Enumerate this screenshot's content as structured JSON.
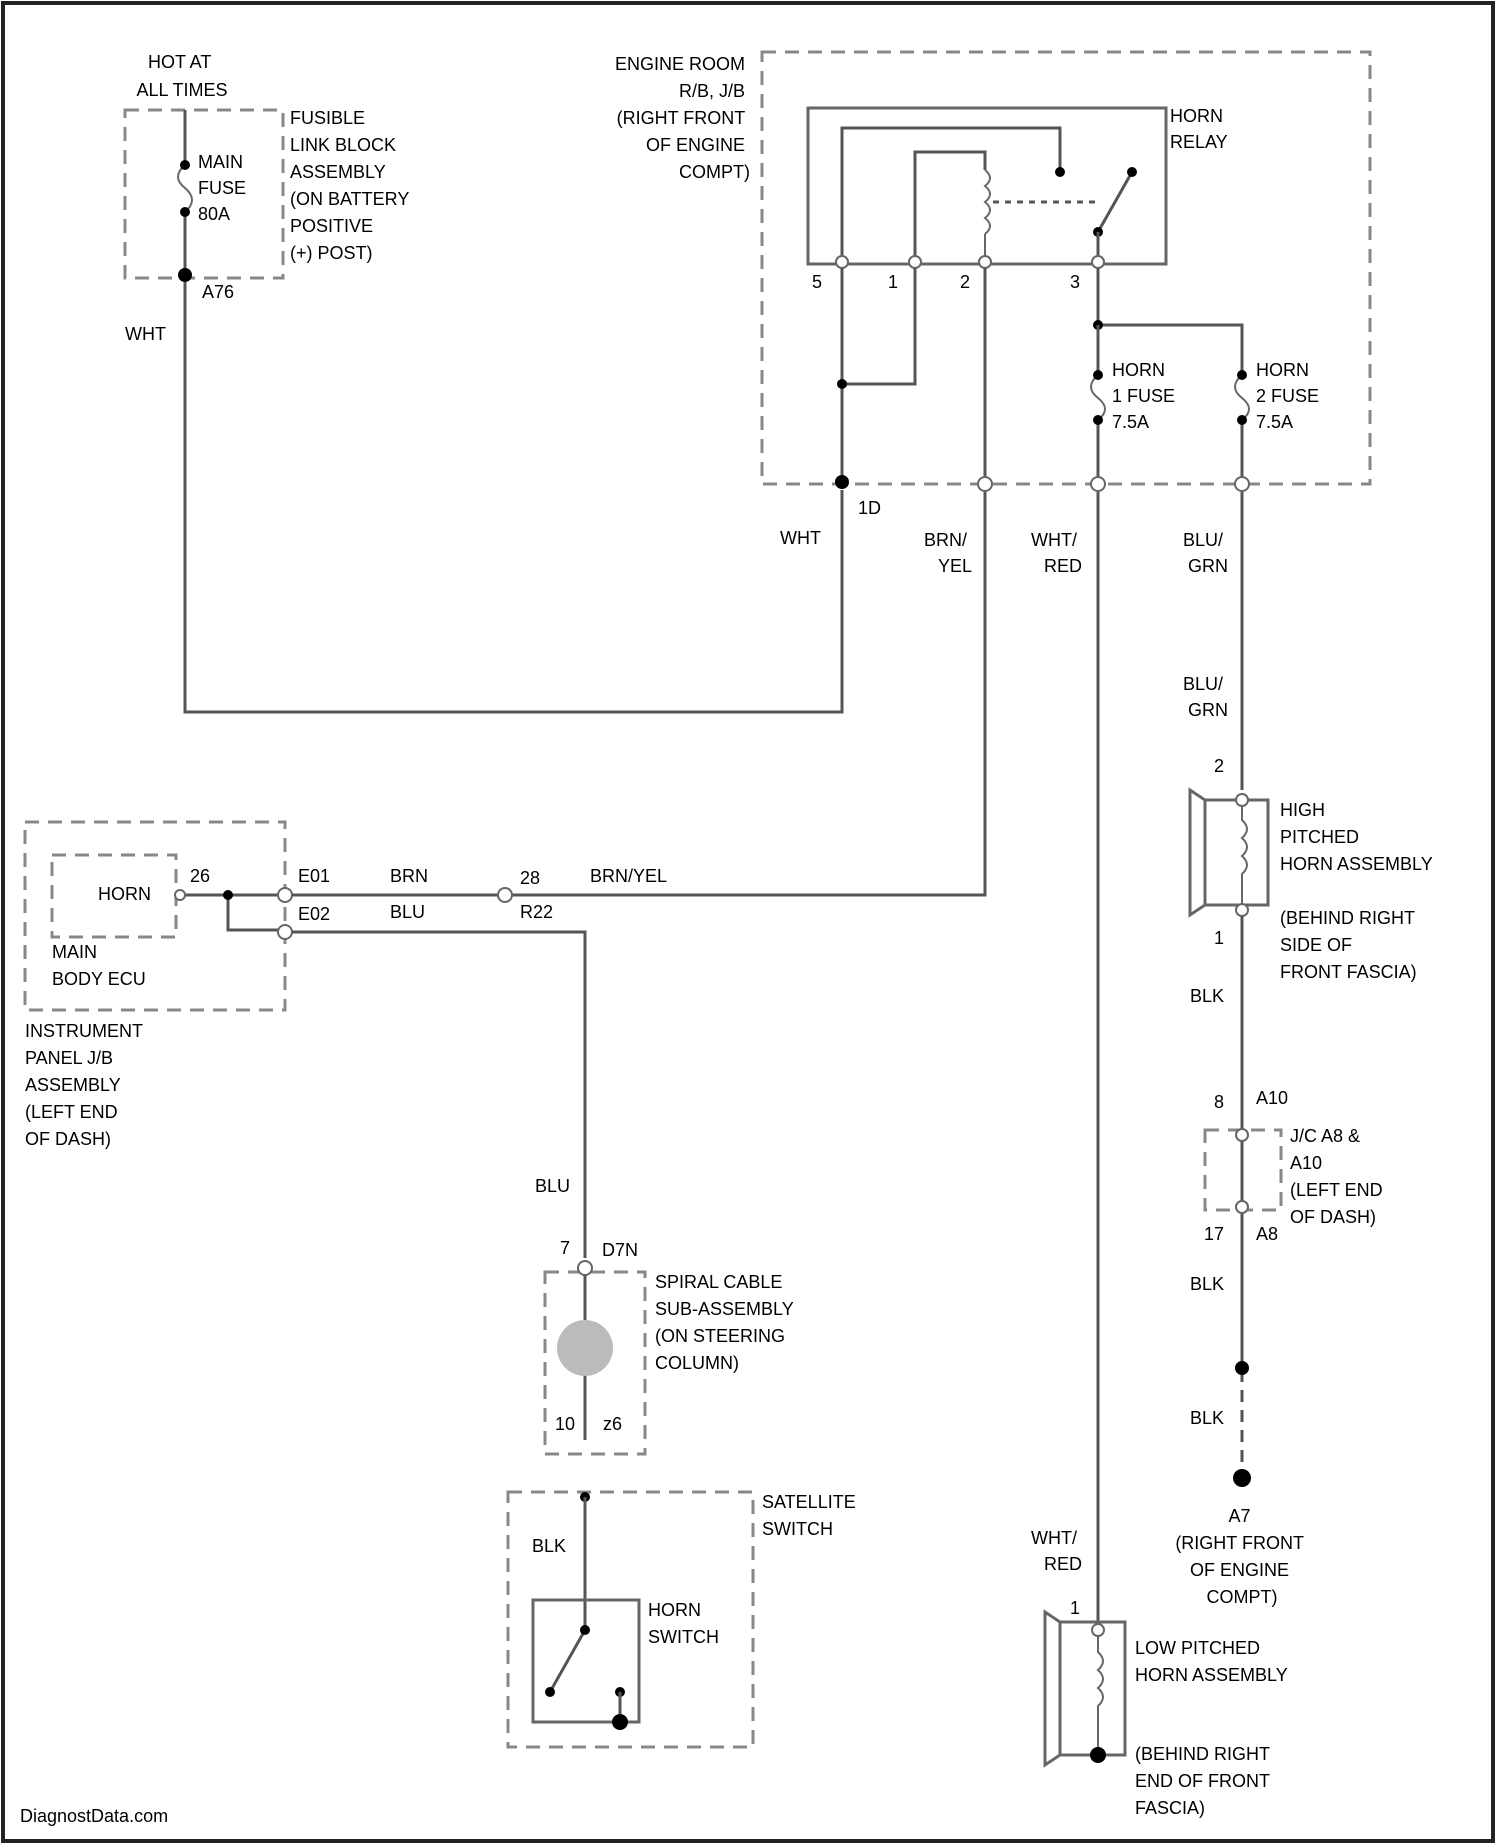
{
  "colors": {
    "wht": "#d9d9d9",
    "brn_yel": "#e6d697",
    "wht_red": "#f2b6b6",
    "blu_grn": "#a9d7a3",
    "blu": "#6b6bff",
    "brn": "#c7a66c",
    "blk": "#555555"
  },
  "labels": {
    "hot": [
      "HOT AT",
      "ALL TIMES"
    ],
    "fusible_link": [
      "FUSIBLE",
      "LINK BLOCK",
      "ASSEMBLY",
      "(ON BATTERY",
      "POSITIVE",
      "(+) POST)"
    ],
    "main_fuse": [
      "MAIN",
      "FUSE",
      "80A"
    ],
    "a76": "A76",
    "wht": "WHT",
    "engine_room_jb": [
      "ENGINE ROOM",
      "R/B, J/B",
      "(RIGHT FRONT",
      "OF ENGINE",
      "COMPT)"
    ],
    "horn_relay": [
      "HORN",
      "RELAY"
    ],
    "relay_pins": [
      "5",
      "1",
      "2",
      "3"
    ],
    "horn1_fuse": [
      "HORN",
      "1 FUSE",
      "7.5A"
    ],
    "horn2_fuse": [
      "HORN",
      "2 FUSE",
      "7.5A"
    ],
    "conn_1d": "1D",
    "wht_2": "WHT",
    "brn_yel_v": [
      "BRN/",
      "YEL"
    ],
    "wht_red_1": [
      "WHT/",
      "RED"
    ],
    "blu_grn_1": [
      "BLU/",
      "GRN"
    ],
    "blu_grn_2": [
      "BLU/",
      "GRN"
    ],
    "pin_2": "2",
    "high_horn": [
      "HIGH",
      "PITCHED",
      "HORN ASSEMBLY"
    ],
    "high_horn_loc": [
      "(BEHIND RIGHT",
      "SIDE OF",
      "FRONT FASCIA)"
    ],
    "pin_1": "1",
    "blk_1": "BLK",
    "jc_top": [
      "8",
      "A10"
    ],
    "jc": [
      "J/C A8 &",
      "A10",
      "(LEFT END",
      "OF DASH)"
    ],
    "jc_bot": [
      "17",
      "A8"
    ],
    "blk_2": "BLK",
    "blk_3": "BLK",
    "a7": [
      "A7",
      "(RIGHT FRONT",
      "OF ENGINE",
      "COMPT)"
    ],
    "wht_red_2": [
      "WHT/",
      "RED"
    ],
    "pin_1b": "1",
    "low_horn": [
      "LOW PITCHED",
      "HORN ASSEMBLY"
    ],
    "low_horn_loc": [
      "(BEHIND RIGHT",
      "END OF FRONT",
      "FASCIA)"
    ],
    "horn_inner": "HORN",
    "main_body_ecu": [
      "MAIN",
      "BODY ECU"
    ],
    "pin_26": "26",
    "conn_e01": "E01",
    "conn_e02": "E02",
    "brn": "BRN",
    "blu_h": "BLU",
    "pin_28": "28",
    "conn_r22": "R22",
    "brn_yel_h": "BRN/YEL",
    "ip_jb": [
      "INSTRUMENT",
      "PANEL J/B",
      "ASSEMBLY",
      "(LEFT END",
      "OF DASH)"
    ],
    "blu_v": "BLU",
    "pin_7": "7",
    "conn_d7n": "D7N",
    "spiral": [
      "SPIRAL CABLE",
      "SUB-ASSEMBLY",
      "(ON STEERING",
      "COLUMN)"
    ],
    "spiral_bot": [
      "10",
      "z6"
    ],
    "satellite": [
      "SATELLITE",
      "SWITCH"
    ],
    "blk_4": "BLK",
    "horn_switch": [
      "HORN",
      "SWITCH"
    ],
    "watermark": "DiagnostData.com"
  }
}
